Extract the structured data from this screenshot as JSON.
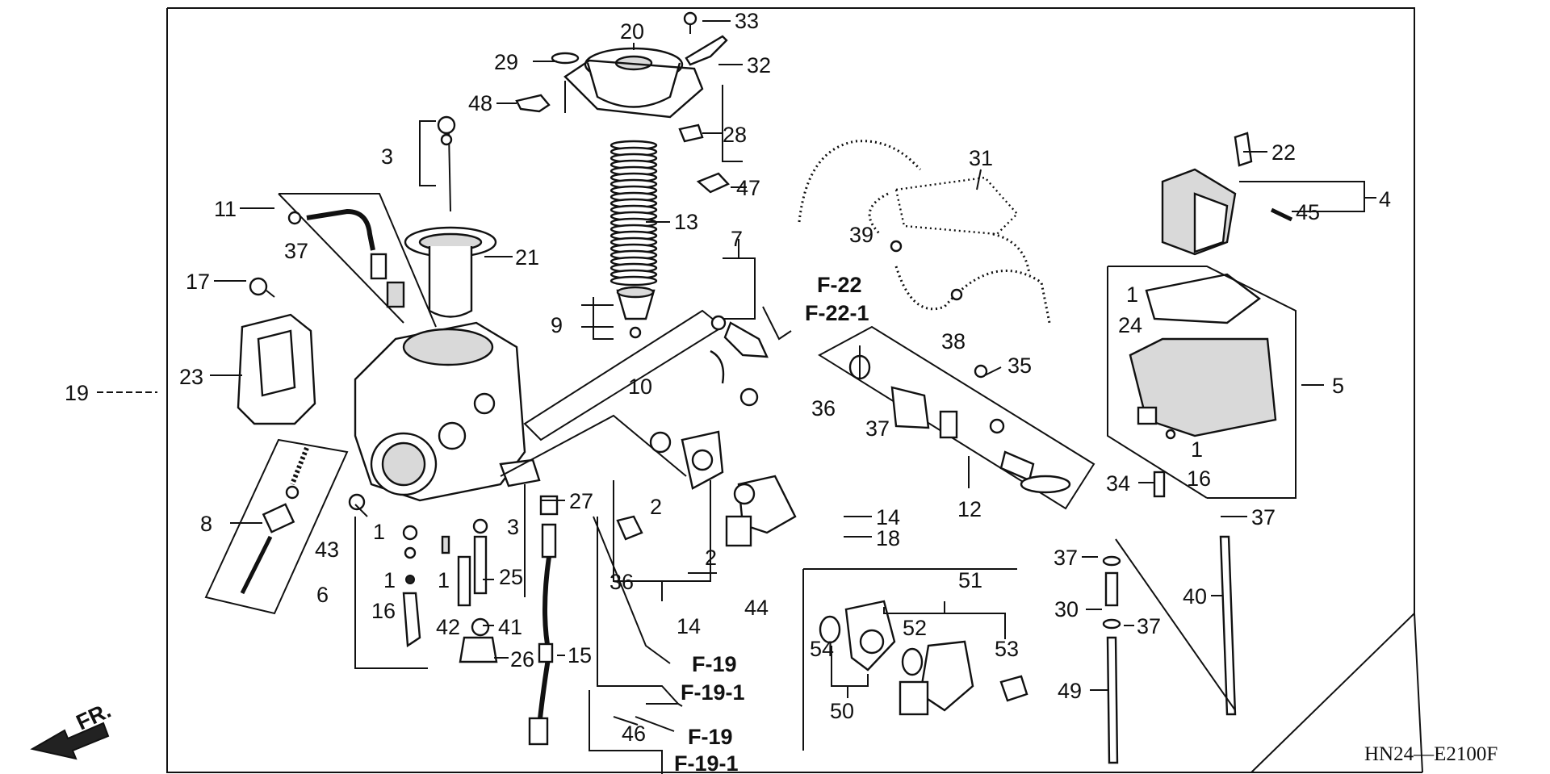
{
  "diagram": {
    "code": "HN24—E2100F",
    "front_label": "FR.",
    "callouts": [
      {
        "id": "c33",
        "text": "33"
      },
      {
        "id": "c20",
        "text": "20"
      },
      {
        "id": "c29",
        "text": "29"
      },
      {
        "id": "c32",
        "text": "32"
      },
      {
        "id": "c48",
        "text": "48"
      },
      {
        "id": "c28",
        "text": "28"
      },
      {
        "id": "c3a",
        "text": "3"
      },
      {
        "id": "c47",
        "text": "47"
      },
      {
        "id": "c11",
        "text": "11"
      },
      {
        "id": "c13",
        "text": "13"
      },
      {
        "id": "c37a",
        "text": "37"
      },
      {
        "id": "c21",
        "text": "21"
      },
      {
        "id": "c7",
        "text": "7"
      },
      {
        "id": "c17",
        "text": "17"
      },
      {
        "id": "c9",
        "text": "9"
      },
      {
        "id": "c23",
        "text": "23"
      },
      {
        "id": "c10",
        "text": "10"
      },
      {
        "id": "c19",
        "text": "19"
      },
      {
        "id": "c31",
        "text": "31"
      },
      {
        "id": "c39",
        "text": "39"
      },
      {
        "id": "c38",
        "text": "38"
      },
      {
        "id": "c35",
        "text": "35"
      },
      {
        "id": "c36a",
        "text": "36"
      },
      {
        "id": "c37b",
        "text": "37"
      },
      {
        "id": "c12",
        "text": "12"
      },
      {
        "id": "c22",
        "text": "22"
      },
      {
        "id": "c4",
        "text": "4"
      },
      {
        "id": "c45",
        "text": "45"
      },
      {
        "id": "c1a",
        "text": "1"
      },
      {
        "id": "c24",
        "text": "24"
      },
      {
        "id": "c5",
        "text": "5"
      },
      {
        "id": "c1b",
        "text": "1"
      },
      {
        "id": "c16a",
        "text": "16"
      },
      {
        "id": "c34",
        "text": "34"
      },
      {
        "id": "c37c",
        "text": "37"
      },
      {
        "id": "c8",
        "text": "8"
      },
      {
        "id": "c43",
        "text": "43"
      },
      {
        "id": "c1c",
        "text": "1"
      },
      {
        "id": "c1d",
        "text": "1"
      },
      {
        "id": "c1e",
        "text": "1"
      },
      {
        "id": "c6",
        "text": "6"
      },
      {
        "id": "c16b",
        "text": "16"
      },
      {
        "id": "c3b",
        "text": "3"
      },
      {
        "id": "c25",
        "text": "25"
      },
      {
        "id": "c27",
        "text": "27"
      },
      {
        "id": "c42",
        "text": "42"
      },
      {
        "id": "c41",
        "text": "41"
      },
      {
        "id": "c26",
        "text": "26"
      },
      {
        "id": "c15",
        "text": "15"
      },
      {
        "id": "c2a",
        "text": "2"
      },
      {
        "id": "c2b",
        "text": "2"
      },
      {
        "id": "c36b",
        "text": "36"
      },
      {
        "id": "c14a",
        "text": "14"
      },
      {
        "id": "c14b",
        "text": "14"
      },
      {
        "id": "c18",
        "text": "18"
      },
      {
        "id": "c44",
        "text": "44"
      },
      {
        "id": "c46",
        "text": "46"
      },
      {
        "id": "c51",
        "text": "51"
      },
      {
        "id": "c52",
        "text": "52"
      },
      {
        "id": "c53",
        "text": "53"
      },
      {
        "id": "c54",
        "text": "54"
      },
      {
        "id": "c50",
        "text": "50"
      },
      {
        "id": "c37d",
        "text": "37"
      },
      {
        "id": "c30",
        "text": "30"
      },
      {
        "id": "c37e",
        "text": "37"
      },
      {
        "id": "c40",
        "text": "40"
      },
      {
        "id": "c49",
        "text": "49"
      }
    ],
    "references": [
      {
        "id": "r1",
        "line1": "F-22",
        "line2": "F-22-1"
      },
      {
        "id": "r2",
        "line1": "F-19",
        "line2": "F-19-1"
      },
      {
        "id": "r3",
        "line1": "F-19",
        "line2": "F-19-1"
      }
    ]
  }
}
